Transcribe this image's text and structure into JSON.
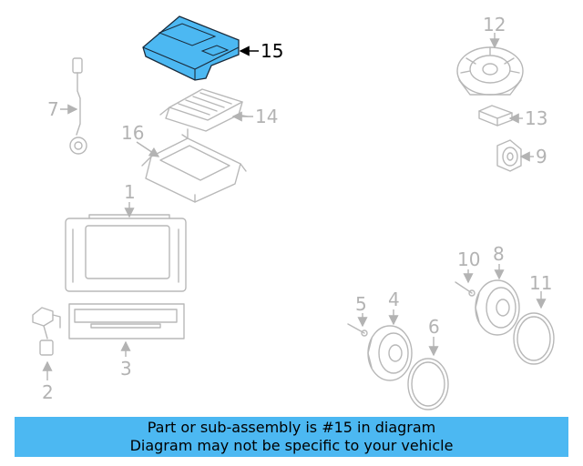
{
  "highlight_color": "#4cb8f2",
  "callouts": {
    "c1": "1",
    "c2": "2",
    "c3": "3",
    "c4": "4",
    "c5": "5",
    "c6": "6",
    "c7": "7",
    "c8": "8",
    "c9": "9",
    "c10": "10",
    "c11": "11",
    "c12": "12",
    "c13": "13",
    "c14": "14",
    "c15": "15",
    "c16": "16"
  },
  "banner": {
    "line1": "Part or sub-assembly is #15 in diagram",
    "line2": "Diagram may not be specific to your vehicle"
  }
}
